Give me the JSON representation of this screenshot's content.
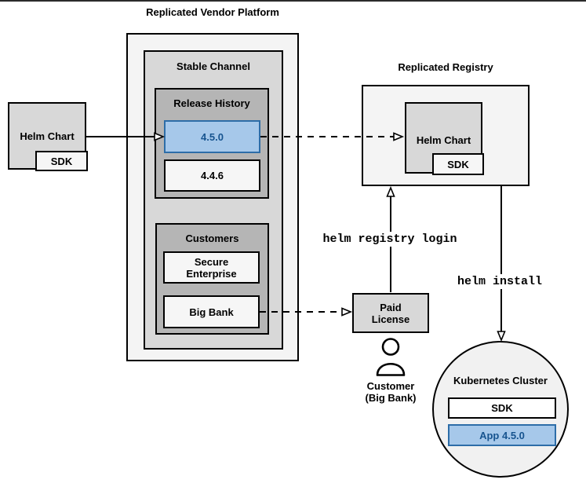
{
  "colors": {
    "highlight_fill": "#a6c8ea",
    "highlight_border": "#2d6da8",
    "highlight_text": "#17548f",
    "gray_light": "#f4f4f4",
    "gray_mid": "#d8d8d8",
    "gray_dark": "#b5b5b5",
    "gray_pale": "#f6f6f6",
    "circle_fill": "#f1f1f1"
  },
  "platform": {
    "title": "Replicated Vendor Platform",
    "stable_channel": {
      "title": "Stable Channel",
      "release_history": {
        "title": "Release History",
        "release_new": "4.5.0",
        "release_old": "4.4.6"
      },
      "customers": {
        "title": "Customers",
        "customer_1": "Secure Enterprise",
        "customer_2": "Big Bank"
      }
    }
  },
  "vendor_chart": {
    "label": "Helm Chart",
    "sdk": "SDK"
  },
  "registry": {
    "title": "Replicated Registry",
    "chart": {
      "label": "Helm Chart",
      "sdk": "SDK"
    }
  },
  "license": {
    "label": "Paid License"
  },
  "customer": {
    "line1": "Customer",
    "line2": "(Big Bank)"
  },
  "cluster": {
    "title": "Kubernetes Cluster",
    "sdk": "SDK",
    "app": "App 4.5.0"
  },
  "commands": {
    "registry_login": "helm registry login",
    "install": "helm install"
  }
}
